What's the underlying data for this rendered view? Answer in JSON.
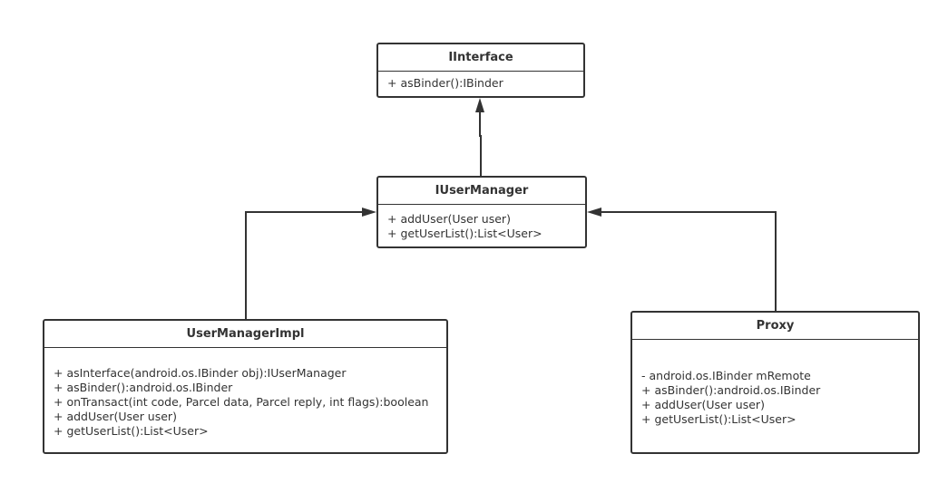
{
  "classes": {
    "iinterface": {
      "name": "IInterface",
      "members": [
        "+ asBinder():IBinder"
      ]
    },
    "iusermanager": {
      "name": "IUserManager",
      "members": [
        "+ addUser(User user)",
        "+ getUserList():List<User>"
      ]
    },
    "usermanagerimpl": {
      "name": "UserManagerImpl",
      "members": [
        "+ asInterface(android.os.IBinder obj):IUserManager",
        "+ asBinder():android.os.IBinder",
        "+ onTransact(int code, Parcel data, Parcel reply, int flags):boolean",
        "+ addUser(User user)",
        "+ getUserList():List<User>"
      ]
    },
    "proxy": {
      "name": "Proxy",
      "members": [
        "- android.os.IBinder mRemote",
        "+ asBinder():android.os.IBinder",
        "+ addUser(User user)",
        "+ getUserList():List<User>"
      ]
    }
  },
  "colors": {
    "line": "#333333",
    "background": "#ffffff"
  }
}
